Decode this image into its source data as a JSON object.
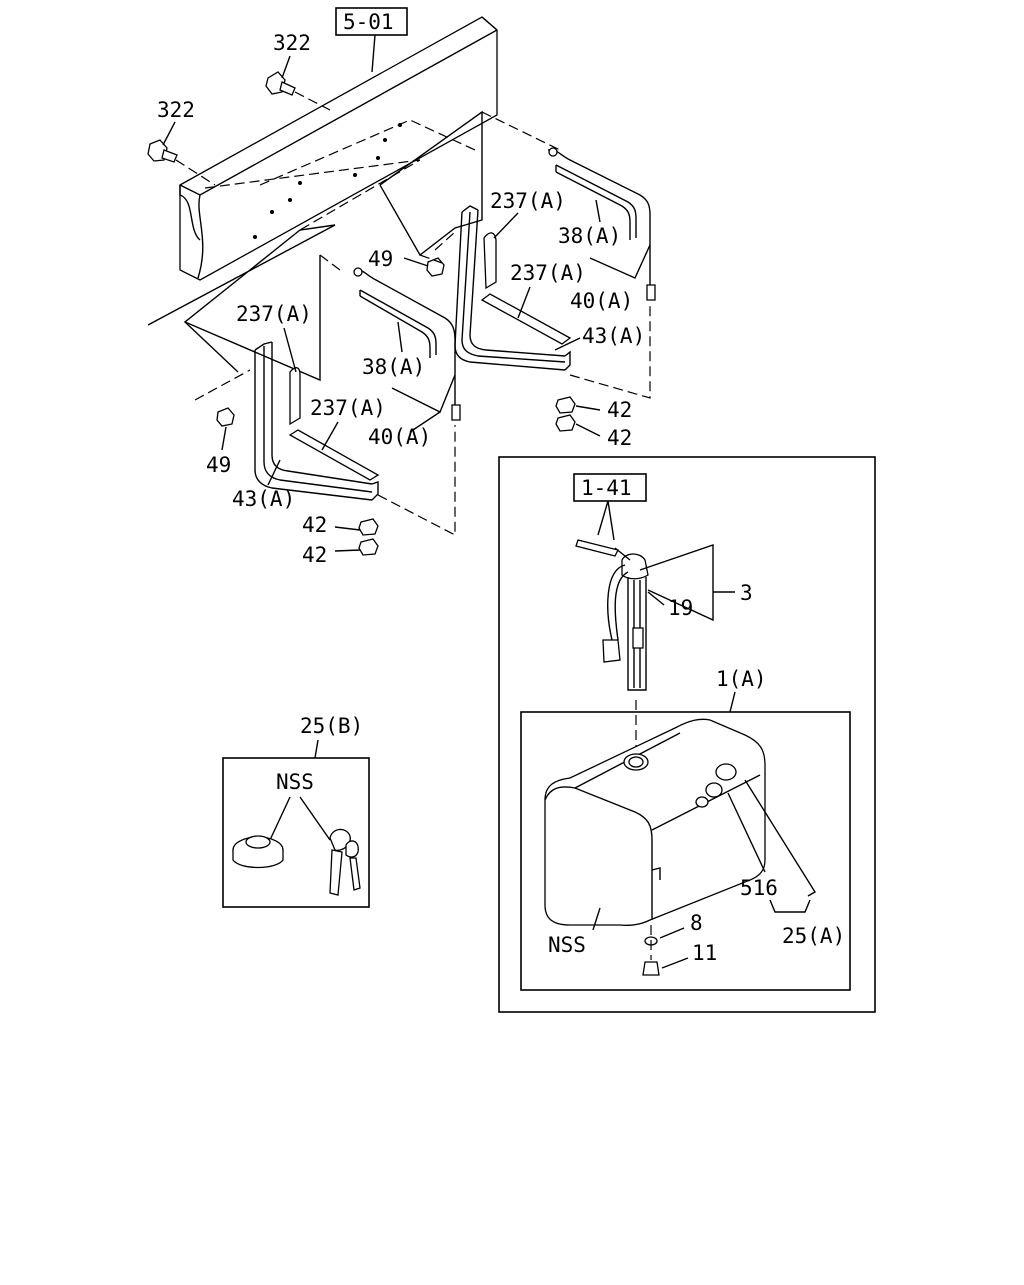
{
  "diagram": {
    "refs": {
      "frame": "5-01",
      "gauge": "1-41"
    },
    "callouts": {
      "bolt_a": "322",
      "bolt_b": "322",
      "nut49_a": "49",
      "nut49_b": "49",
      "pad_r_upper": "237(A)",
      "pad_r_lower": "237(A)",
      "pad_l_upper": "237(A)",
      "pad_l_lower": "237(A)",
      "strap38_r": "38(A)",
      "strap38_l": "38(A)",
      "strap40_r": "40(A)",
      "strap40_l": "40(A)",
      "bracket43_r": "43(A)",
      "bracket43_l": "43(A)",
      "nut42_r1": "42",
      "nut42_r2": "42",
      "nut42_l1": "42",
      "nut42_l2": "42",
      "gauge_unit": "3",
      "gasket19": "19",
      "tank": "1(A)",
      "cap_set_a": "25(A)",
      "seal516": "516",
      "washer8": "8",
      "plug11": "11",
      "tank_nss": "NSS",
      "cap_set_b": "25(B)",
      "cap_nss": "NSS"
    }
  }
}
